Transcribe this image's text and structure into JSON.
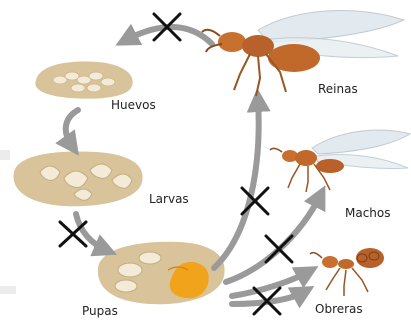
{
  "labels": {
    "eggs": "Huevos",
    "larvae": "Larvas",
    "pupae": "Pupas",
    "queens": "Reinas",
    "males": "Machos",
    "workers": "Obreras"
  },
  "colors": {
    "arrow": "#9a9a9a",
    "cross": "#111111",
    "nest": "#d8c39a",
    "egg": "#f3ead8",
    "pupa_orange": "#f2a31c",
    "ant_body": "#c8702e",
    "wing": "#dfe8ee"
  }
}
